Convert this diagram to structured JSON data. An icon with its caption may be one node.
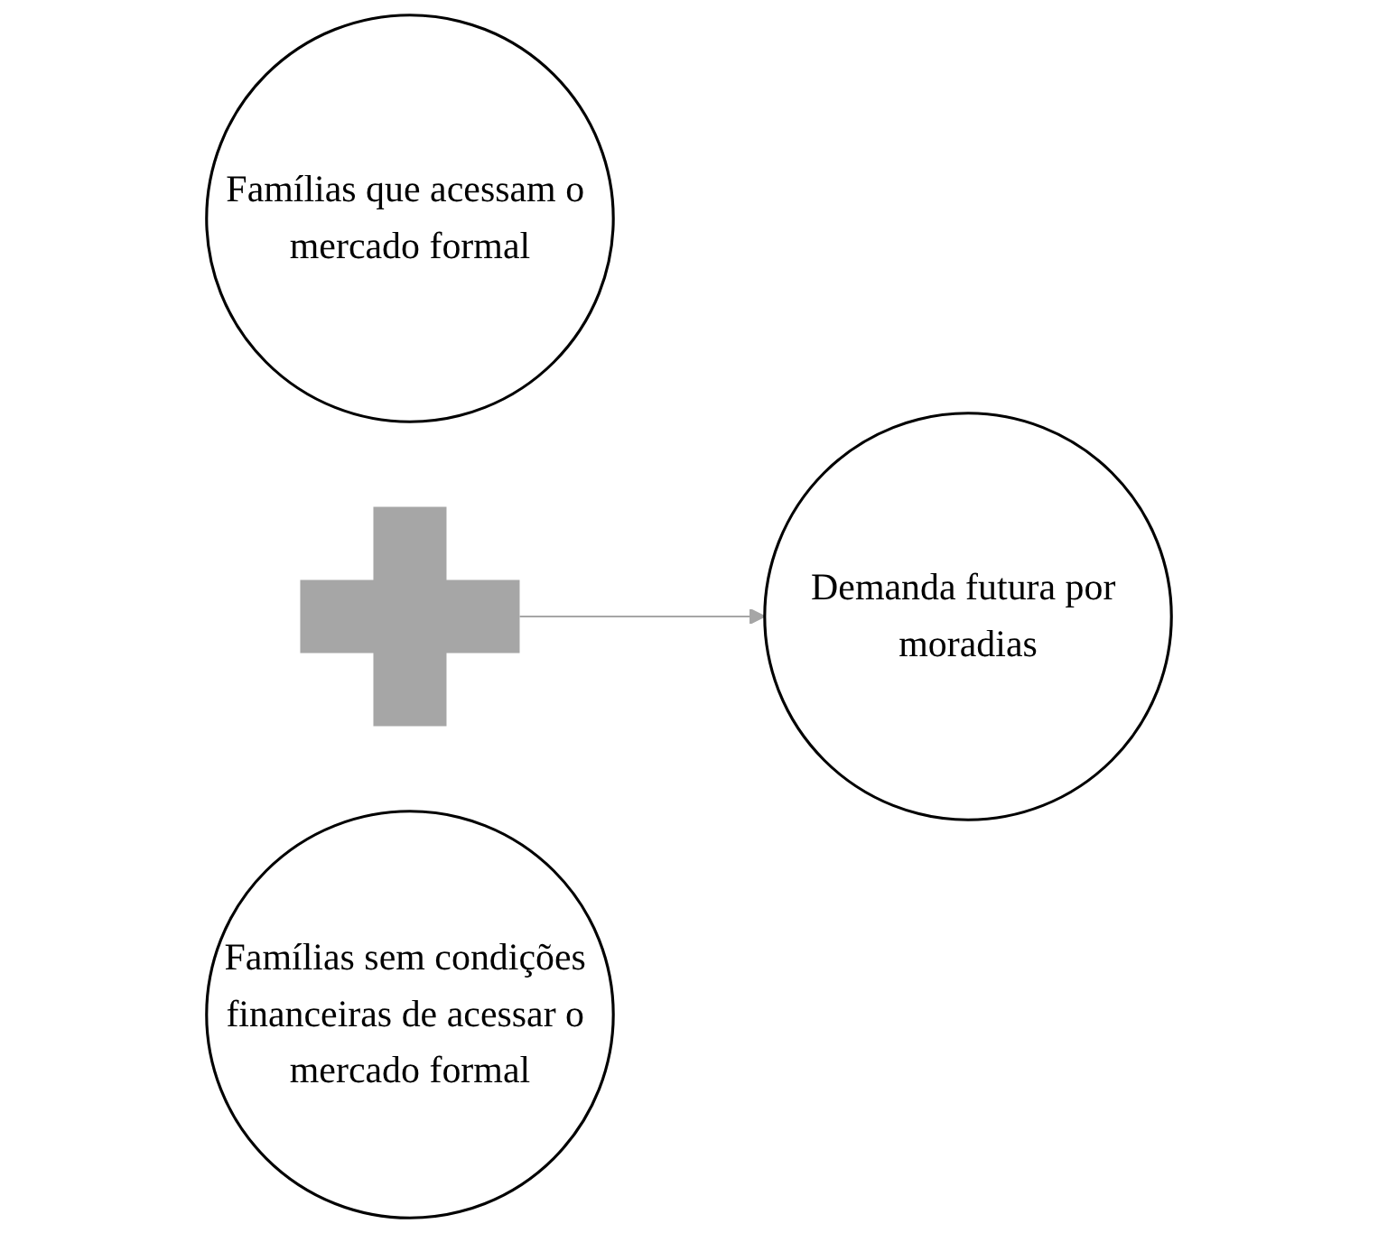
{
  "diagram": {
    "nodes": [
      {
        "text": [
          "Famílias que acessam o mercado formal"
        ]
      },
      {
        "text": [],
        "shape": "plus"
      },
      {
        "text": [
          "Famílias sem condições financeiras de acessar o mercado formal"
        ]
      },
      {
        "text": [
          "Demanda futura por moradias"
        ]
      }
    ],
    "edges": [
      {
        "from": 1,
        "to": 3,
        "arrow": "to",
        "color": "#a6a6a6"
      }
    ]
  }
}
